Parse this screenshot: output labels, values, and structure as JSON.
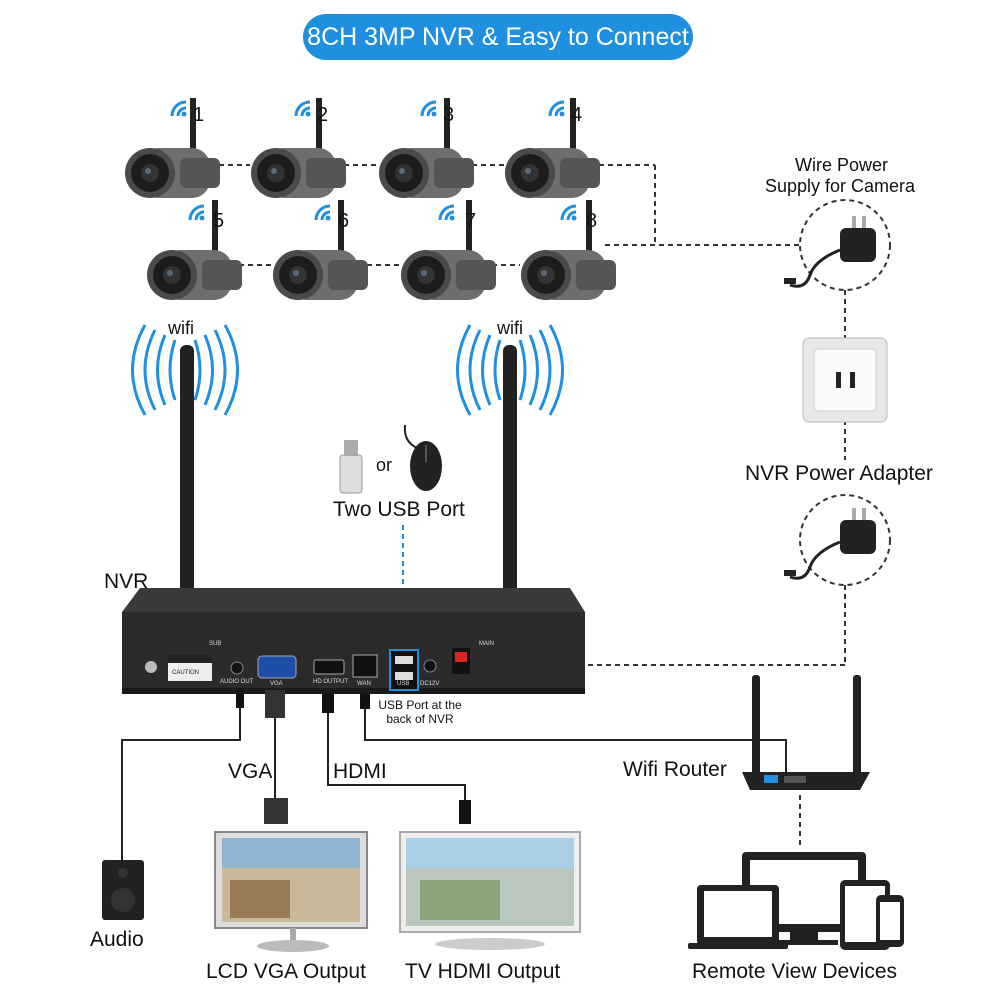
{
  "banner": {
    "title": "8CH 3MP NVR & Easy to Connect"
  },
  "cameras": [
    {
      "number": "1"
    },
    {
      "number": "2"
    },
    {
      "number": "3"
    },
    {
      "number": "4"
    },
    {
      "number": "5"
    },
    {
      "number": "6"
    },
    {
      "number": "7"
    },
    {
      "number": "8"
    }
  ],
  "labels": {
    "wire_power": "Wire Power",
    "supply_for_camera": "Supply for Camera",
    "wifi_left": "wifi",
    "wifi_right": "wifi",
    "usb_or": "or",
    "two_usb_port": "Two USB Port",
    "nvr_power_adapter": "NVR Power Adapter",
    "nvr": "NVR",
    "usb_port_back_line1": "USB Port at the",
    "usb_port_back_line2": "back of NVR",
    "vga": "VGA",
    "hdmi": "HDMI",
    "wifi_router": "Wifi Router",
    "audio": "Audio",
    "lcd_vga_output": "LCD VGA Output",
    "tv_hdmi_output": "TV HDMI Output",
    "remote_view_devices": "Remote View Devices"
  },
  "nvr_ports": {
    "audio_out": "AUDIO OUT",
    "vga": "VGA",
    "hd_output": "HD OUTPUT",
    "wan": "WAN",
    "usb": "USB",
    "dc12v": "DC12V",
    "caution": "CAUTION",
    "sub": "SUB",
    "main": "MAIN"
  },
  "colors": {
    "banner": "#1f8fe0",
    "accent_blue": "#1f8fe0",
    "nvr_body": "#2b2b2b"
  }
}
